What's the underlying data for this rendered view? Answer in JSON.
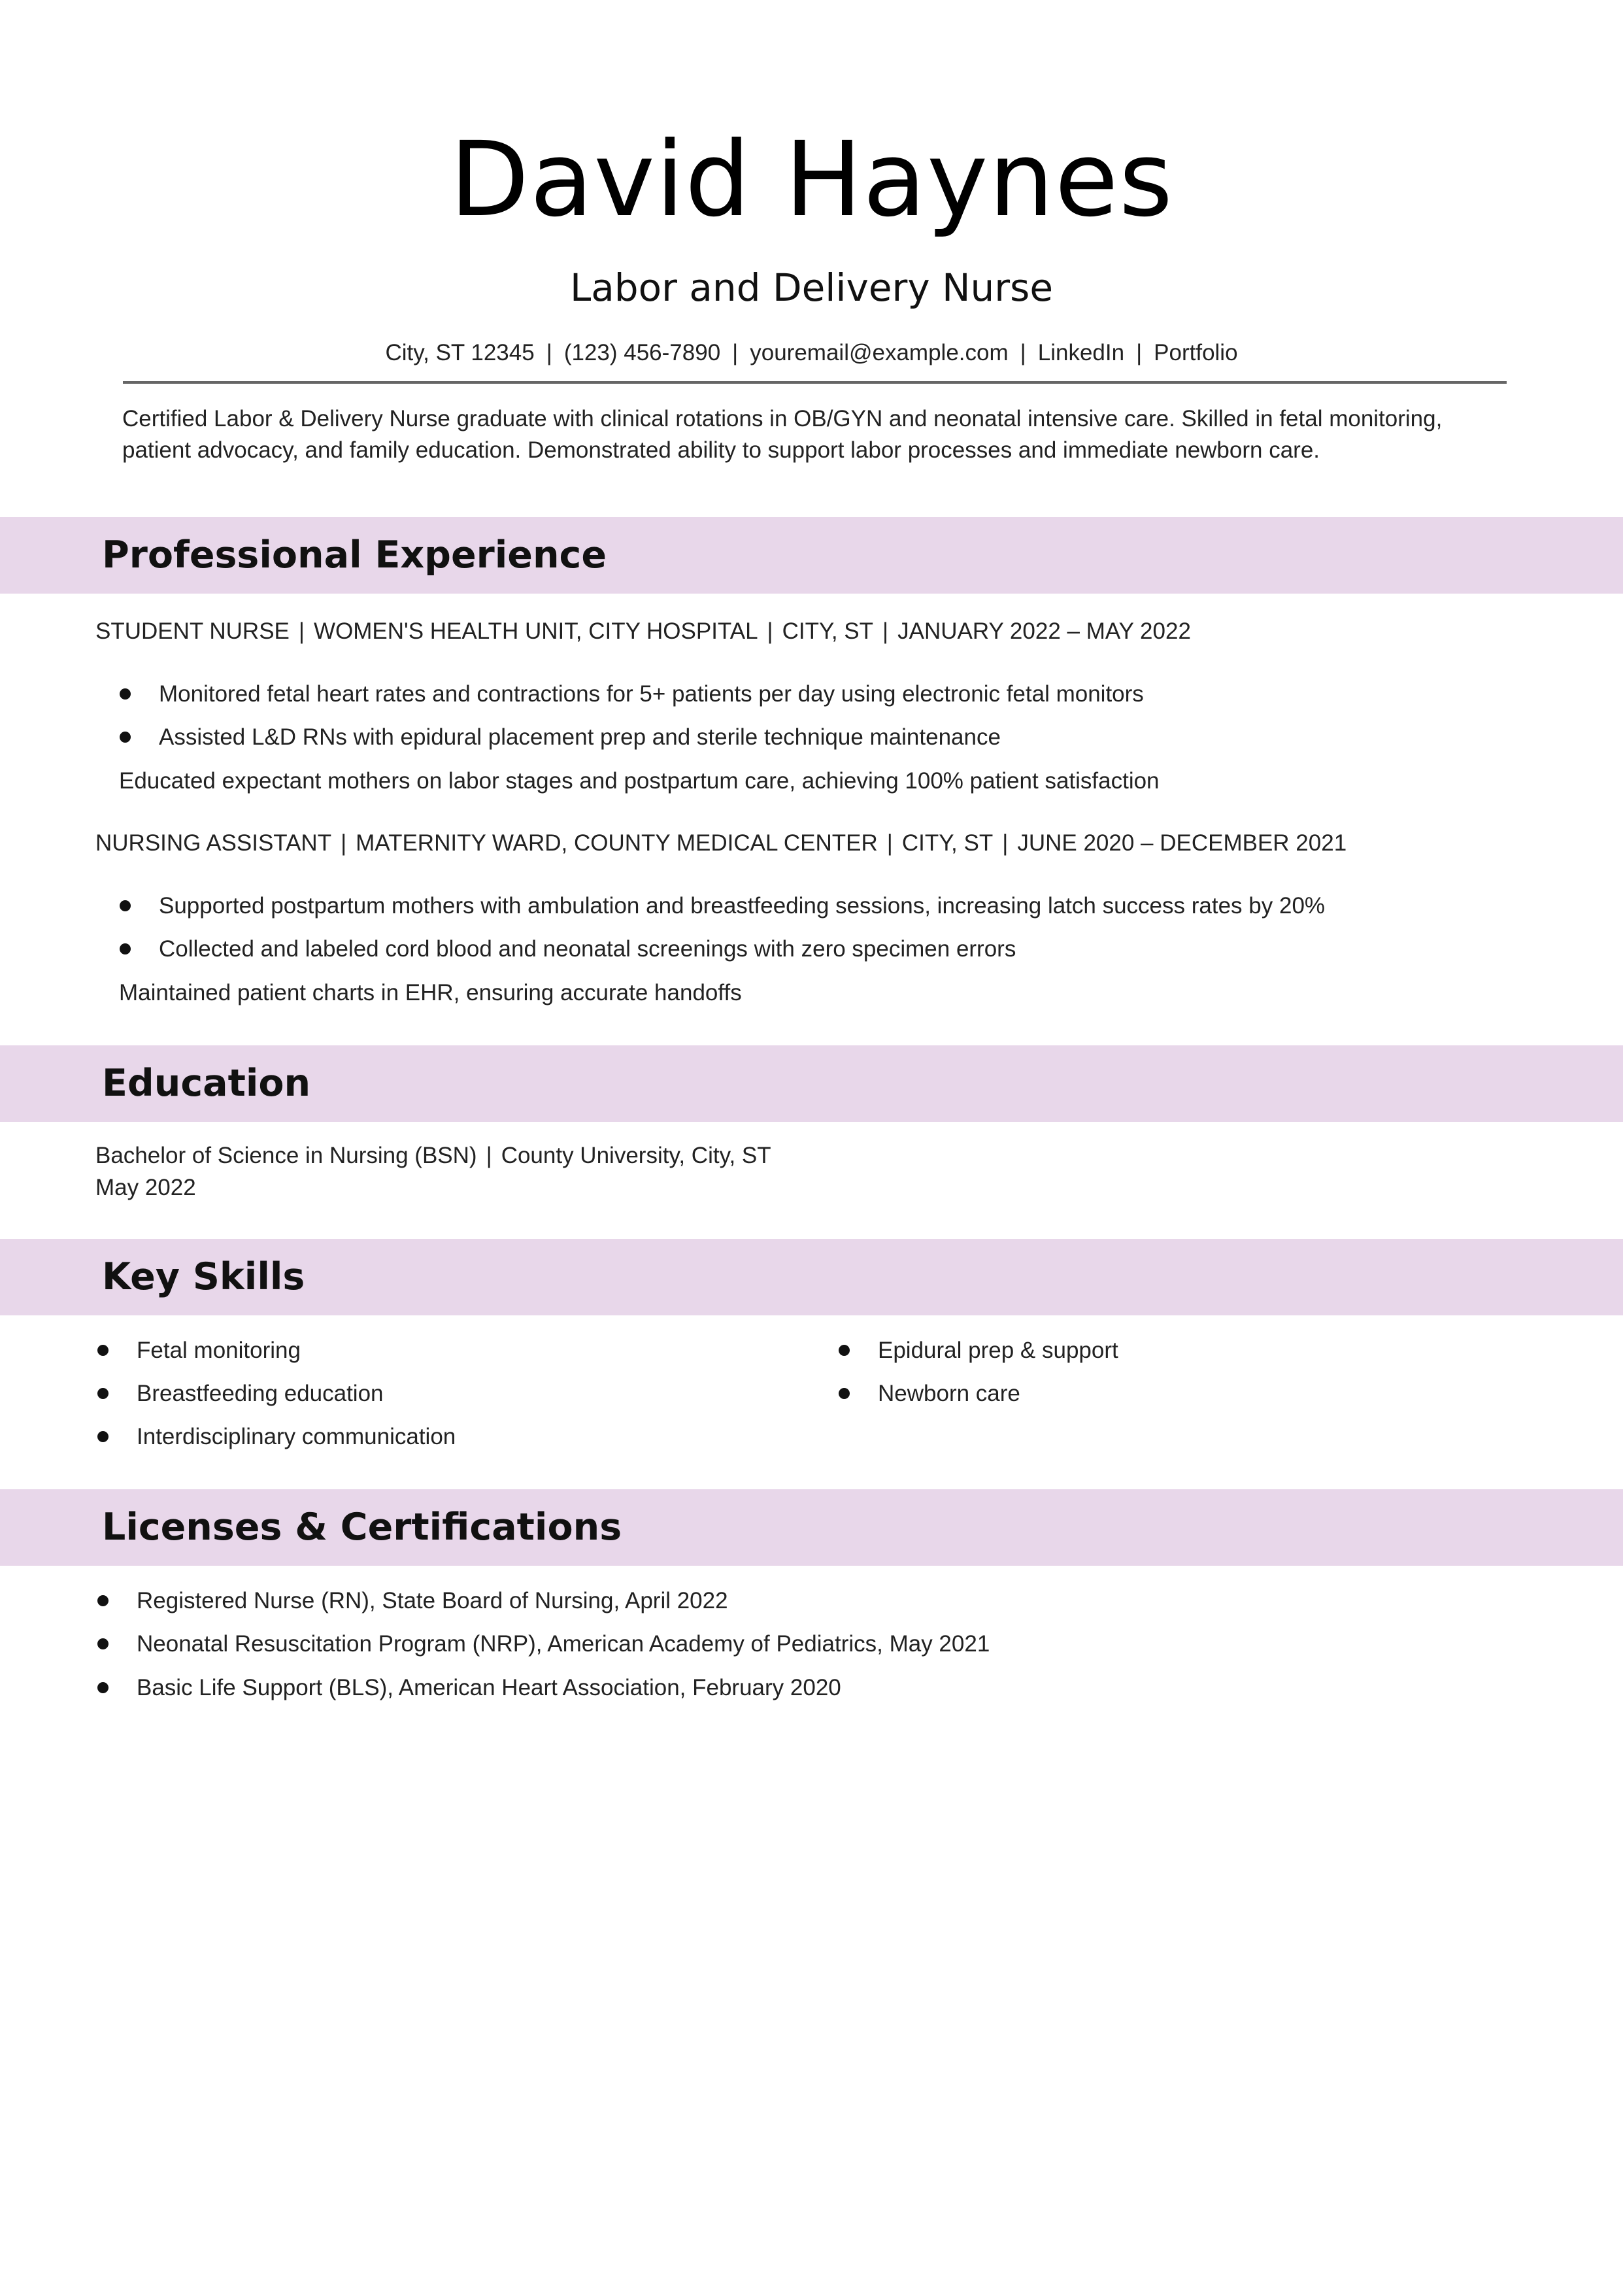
{
  "header": {
    "name": "David Haynes",
    "title": "Labor and Delivery Nurse",
    "contact": {
      "location": "City, ST 12345",
      "phone": "(123) 456-7890",
      "email": "youremail@example.com",
      "linkedin": "LinkedIn",
      "portfolio": "Portfolio",
      "separator": "|"
    }
  },
  "summary": "Certified Labor & Delivery Nurse graduate with clinical rotations in OB/GYN and neonatal intensive care. Skilled in fetal monitoring, patient advocacy, and family education. Demonstrated ability to support labor processes and immediate newborn care.",
  "experience": {
    "heading": "Professional Experience",
    "jobs": [
      {
        "role": "STUDENT NURSE",
        "employer": "WOMEN'S HEALTH UNIT, CITY HOSPITAL",
        "location": "CITY, ST",
        "dates": "JANUARY 2022 – MAY 2022",
        "bullets": [
          "Monitored fetal heart rates and contractions for 5+ patients per day using electronic fetal monitors",
          "Assisted L&D RNs with epidural placement prep and sterile technique maintenance"
        ],
        "extra": "Educated expectant mothers on labor stages and postpartum care, achieving 100% patient satisfaction"
      },
      {
        "role": "NURSING ASSISTANT",
        "employer": "MATERNITY WARD, COUNTY MEDICAL CENTER",
        "location": "CITY, ST",
        "dates": "JUNE 2020 – DECEMBER 2021",
        "bullets": [
          "Supported postpartum mothers with ambulation and breastfeeding sessions, increasing latch success rates by 20%",
          "Collected and labeled cord blood and neonatal screenings with zero specimen errors"
        ],
        "extra": "Maintained patient charts in EHR, ensuring accurate handoffs"
      }
    ]
  },
  "education": {
    "heading": "Education",
    "degree": "Bachelor of Science in Nursing (BSN)",
    "school": "County University, City, ST",
    "date": "May 2022"
  },
  "skills": {
    "heading": "Key Skills",
    "left": [
      "Fetal monitoring",
      "Breastfeeding education",
      "Interdisciplinary communication"
    ],
    "right": [
      "Epidural prep & support",
      "Newborn care"
    ]
  },
  "licenses": {
    "heading": "Licenses & Certifications",
    "items": [
      "Registered Nurse (RN), State Board of Nursing, April 2022",
      "Neonatal Resuscitation Program (NRP), American Academy of Pediatrics, May 2021",
      "Basic Life Support (BLS), American Heart Association, February 2020"
    ]
  },
  "colors": {
    "section_band": "#e8d7ea",
    "rule": "#666666",
    "text": "#222222"
  }
}
